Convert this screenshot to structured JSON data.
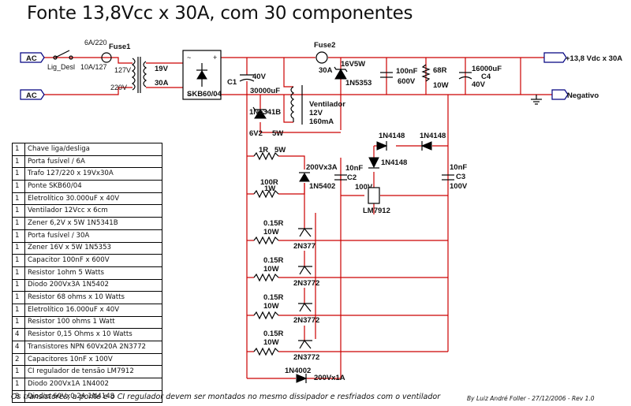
{
  "title": "Fonte 13,8Vcc x 30A, com 30 componentes",
  "schematic": {
    "ac_top": "AC",
    "ac_bottom": "AC",
    "switch": "Lig_Desl",
    "fuse1_name": "Fuse1",
    "fuse1_rating_a": "6A/220",
    "fuse1_rating_b": "10A/127",
    "tap_127": "127V",
    "tap_220": "220V",
    "sec_voltage": "19V",
    "sec_current": "30A",
    "bridge": "SKB60/04",
    "c1_name": "C1",
    "c1_voltage": "40V",
    "c1_value": "30000uF",
    "fuse2_name": "Fuse2",
    "fuse2_rating": "30A",
    "zener1_rating": "16V5W",
    "zener1_part": "1N5353",
    "cap100n_value": "100nF",
    "cap100n_voltage": "600V",
    "r68_value": "68R",
    "r68_power": "10W",
    "c4_value": "16000uF",
    "c4_name": "C4",
    "c4_voltage": "40V",
    "out_pos": "+13,8 Vdc x 30A",
    "out_neg": "Negativo",
    "fan_title": "Ventilador",
    "fan_v": "12V",
    "fan_i": "160mA",
    "zener2_part": "1N5341B",
    "zener2_v": "6V2",
    "zener2_p": "5W",
    "r1_value": "1R",
    "r1_power": "5W",
    "d5402_rating": "200Vx3A",
    "d5402_part": "1N5402",
    "r100_value": "100R",
    "r100_power": "1W",
    "c2_value": "10nF",
    "c2_name": "C2",
    "c2_voltage": "100V",
    "d4148_a": "1N4148",
    "d4148_b": "1N4148",
    "d4148_c": "1N4148",
    "c3_value": "10nF",
    "c3_name": "C3",
    "c3_voltage": "100V",
    "lm": "LM7912",
    "re_value": "0.15R",
    "re_power": "10W",
    "t1": "2N377",
    "t2": "2N3772",
    "t3": "2N3772",
    "t4": "2N3772",
    "d4002_part": "1N4002",
    "d4002_rating": "200Vx1A"
  },
  "bom": [
    {
      "qty": "1",
      "desc": "Chave liga/desliga"
    },
    {
      "qty": "1",
      "desc": "Porta fusível / 6A"
    },
    {
      "qty": "1",
      "desc": "Trafo 127/220 x 19Vx30A"
    },
    {
      "qty": "1",
      "desc": "Ponte SKB60/04"
    },
    {
      "qty": "1",
      "desc": "Eletrolítico 30.000uF x 40V"
    },
    {
      "qty": "1",
      "desc": "Ventilador 12Vcc x 6cm"
    },
    {
      "qty": "1",
      "desc": "Zener 6,2V x 5W 1N5341B"
    },
    {
      "qty": "1",
      "desc": "Porta fusível / 30A"
    },
    {
      "qty": "1",
      "desc": "Zener 16V x 5W 1N5353"
    },
    {
      "qty": "1",
      "desc": "Capacitor 100nF x 600V"
    },
    {
      "qty": "1",
      "desc": "Resistor 1ohm 5 Watts"
    },
    {
      "qty": "1",
      "desc": "Diodo 200Vx3A 1N5402"
    },
    {
      "qty": "1",
      "desc": "Resistor 68 ohms x 10 Watts"
    },
    {
      "qty": "1",
      "desc": "Eletrolítico 16.000uF x 40V"
    },
    {
      "qty": "1",
      "desc": "Resistor 100 ohms 1 Watt"
    },
    {
      "qty": "4",
      "desc": "Resistor 0,15 Ohms x 10 Watts"
    },
    {
      "qty": "4",
      "desc": "Transistores NPN 60Vx20A 2N3772"
    },
    {
      "qty": "2",
      "desc": "Capacitores 10nF x 100V"
    },
    {
      "qty": "1",
      "desc": "CI regulador de tensão LM7912"
    },
    {
      "qty": "1",
      "desc": "Diodo 200Vx1A 1N4002"
    },
    {
      "qty": "3",
      "desc": "Diodos 60Vx0,2A 1N4148"
    }
  ],
  "note": "Os transistores, a ponte e o CI regulador devem ser montados no mesmo dissipador e resfriados com o ventilador",
  "author": "By Luiz André Foller - 27/12/2006 - Rev 1.0"
}
